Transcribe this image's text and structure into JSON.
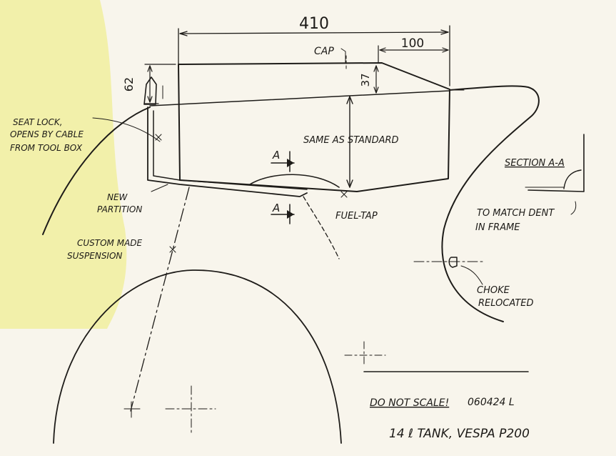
{
  "colors": {
    "paper": "#f8f5ec",
    "highlight": "#f1ef9f",
    "ink": "#1e1c19"
  },
  "dimensions": {
    "overall_length": "410",
    "rear_length": "100",
    "height_left": "62",
    "height_right": "37"
  },
  "labels": {
    "cap": "CAP",
    "same_as_standard": "SAME AS STANDARD",
    "section_marker": "A",
    "fuel_tap": "FUEL-TAP",
    "section_title": "SECTION A-A",
    "match_dent": [
      "TO MATCH DENT",
      "IN FRAME"
    ],
    "seat_lock": [
      "SEAT LOCK,",
      "OPENS BY CABLE",
      "FROM TOOL BOX"
    ],
    "new_partition": [
      "NEW",
      "PARTITION"
    ],
    "custom_suspension": [
      "CUSTOM MADE",
      "SUSPENSION"
    ],
    "choke_relocated": [
      "CHOKE",
      "RELOCATED"
    ],
    "do_not_scale": "DO NOT SCALE!",
    "drawing_number": "060424 L",
    "title": "14 ℓ  TANK, VESPA P200"
  }
}
